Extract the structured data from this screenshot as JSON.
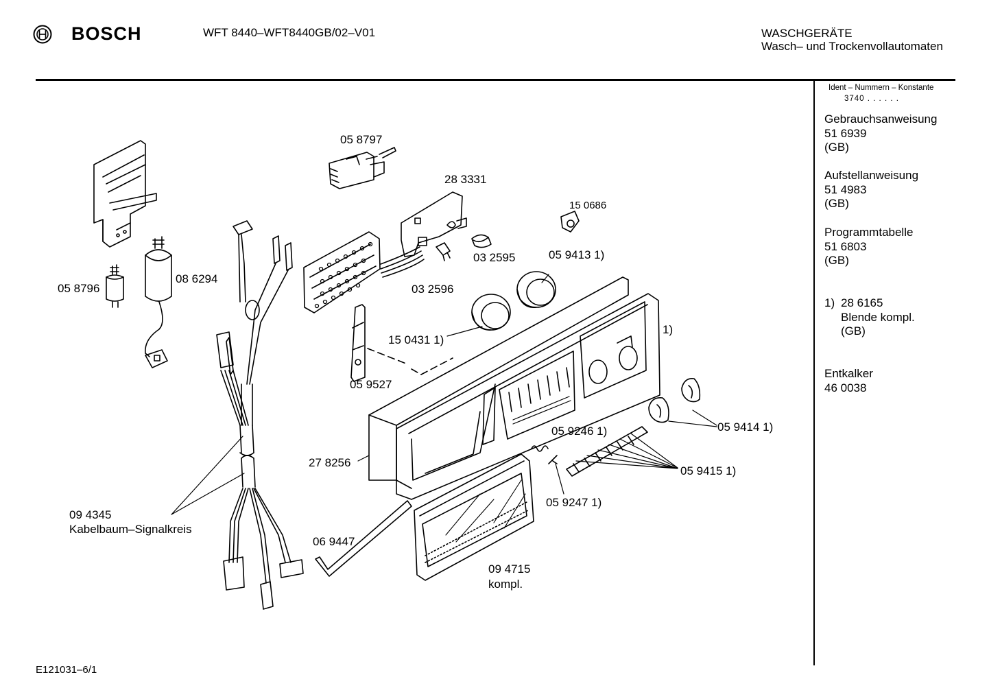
{
  "header": {
    "brand": "BOSCH",
    "model": "WFT 8440–WFT8440GB/02–V01",
    "category_line1": "WASCHGERÄTE",
    "category_line2": "Wasch– und Trockenvollautomaten"
  },
  "sidebar": {
    "ident_label": "Ident – Nummern – Konstante",
    "ident_value": "3740 . . . . . .",
    "docs": [
      {
        "title": "Gebrauchsanweisung",
        "number": "51 6939",
        "region": "(GB)"
      },
      {
        "title": "Aufstellanweisung",
        "number": "51 4983",
        "region": "(GB)"
      },
      {
        "title": "Programmtabelle",
        "number": "51 6803",
        "region": "(GB)"
      }
    ],
    "footnote": {
      "marker": "1)",
      "number": "28 6165",
      "desc": "Blende kompl.",
      "region": "(GB)"
    },
    "extra": {
      "title": "Entkalker",
      "number": "46 0038"
    }
  },
  "parts": {
    "p058797": "05 8797",
    "p283331": "28 3331",
    "p150686": "15 0686",
    "p032595": "03 2595",
    "p059413": "05 9413 1)",
    "p058796": "05 8796",
    "p086294": "08 6294",
    "p032596": "03 2596",
    "p150431": "15 0431 1)",
    "p_1": "1)",
    "p059527": "05 9527",
    "p059246": "05 9246 1)",
    "p059414": "05 9414 1)",
    "p059415": "05 9415 1)",
    "p278256": "27 8256",
    "p059247": "05 9247 1)",
    "p094345": "09 4345",
    "p094345_desc": "Kabelbaum–Signalkreis",
    "p069447": "06 9447",
    "p094715": "09 4715",
    "p094715_desc": "kompl."
  },
  "footer": {
    "code": "E121031–6/1"
  }
}
